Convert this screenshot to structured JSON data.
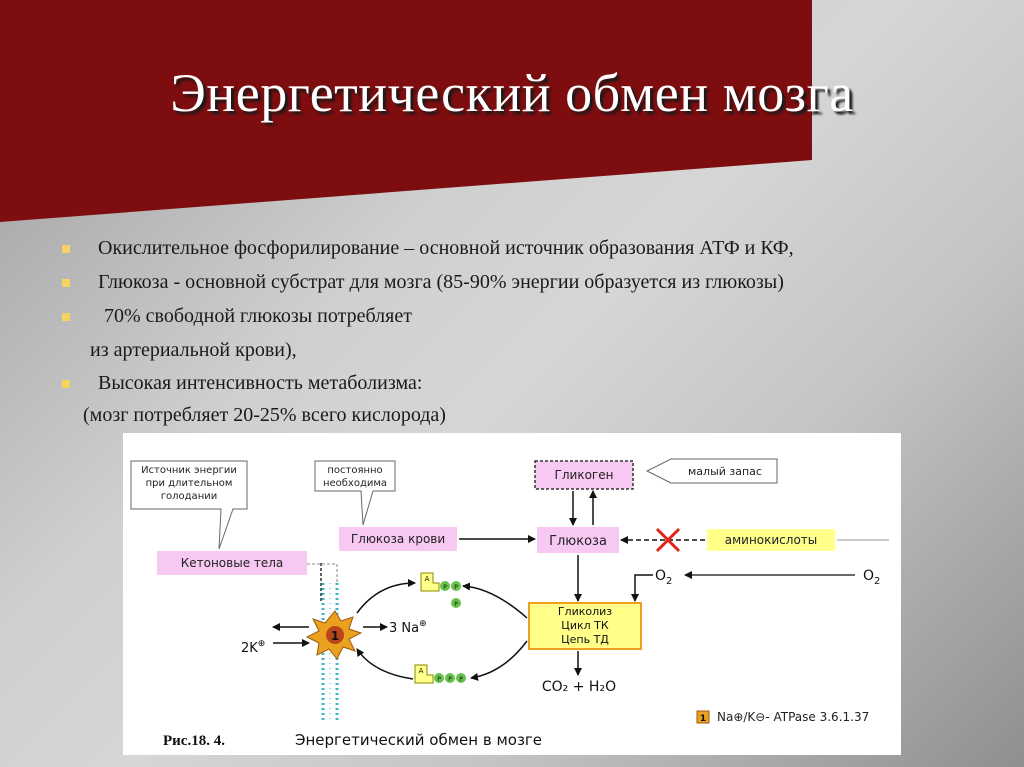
{
  "slide": {
    "title": "Энергетический обмен мозга",
    "bullets": [
      "Окислительное фосфорилирование – основной источник образования АТФ и КФ,",
      "Глюкоза - основной субстрат для мозга (85-90% энергии образуется из глюкозы)",
      "70%  свободной глюкозы потребляет",
      "Высокая интенсивность метаболизма:"
    ],
    "continuations": [
      "из артериальной крови),",
      "(мозг потребляет 20-25% всего кислорода)"
    ]
  },
  "figure": {
    "caption_num": "Рис.18. 4.",
    "caption_text": "Энергетический обмен в мозге",
    "callout_ketone": [
      "Источник энергии",
      "при длительном",
      "голодании"
    ],
    "callout_blood": [
      "постоянно",
      "необходима"
    ],
    "callout_glycogen": "малый запас",
    "ketone_bodies": "Кетоновые тела",
    "blood_glucose": "Глюкоза крови",
    "glycogen": "Гликоген",
    "glucose": "Глюкоза",
    "amino_acids": "аминокислоты",
    "o2": "O",
    "o2_sub": "2",
    "process": [
      "Гликолиз",
      "Цикл ТК",
      "Цепь ТД"
    ],
    "products": "CO₂ + H₂O",
    "na": "3 Na",
    "k": "2K",
    "pump_num": "1",
    "legend": "Na⊕/K⊖- ATPase 3.6.1.37",
    "atp_letter": "A",
    "p": "P"
  },
  "colors": {
    "banner": "#7e0d0f",
    "bullet": "#f4d35e",
    "pink": "#f7c8f2",
    "yellow": "#ffff8a",
    "orange": "#e9a11f",
    "red_x": "#e32219"
  }
}
